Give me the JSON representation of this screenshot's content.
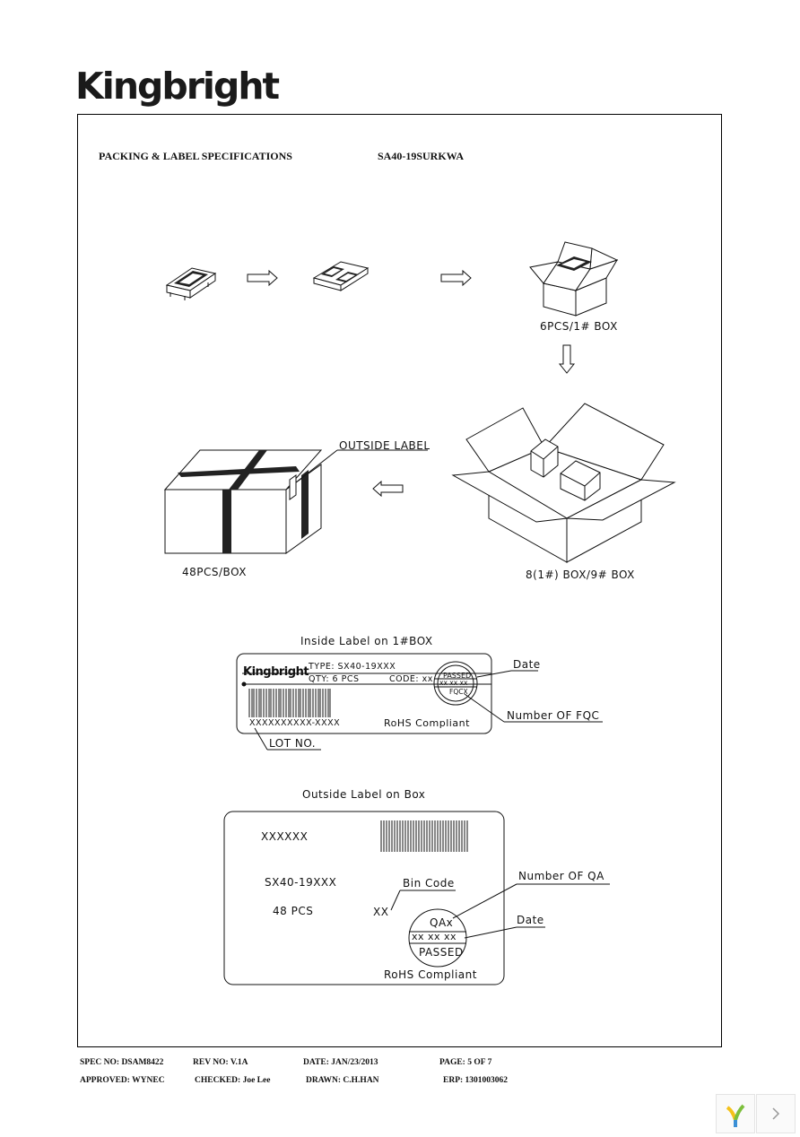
{
  "brand": "Kingbright",
  "header": {
    "title": "PACKING & LABEL SPECIFICATIONS",
    "part": "SA40-19SURKWA"
  },
  "flow": {
    "box1": "6PCS/1# BOX",
    "outer": "8(1#) BOX/9# BOX",
    "outside_label": "OUTSIDE LABEL",
    "final": "48PCS/BOX"
  },
  "inside_label": {
    "caption": "Inside Label on 1#BOX",
    "brand": "Kingbright",
    "type": "TYPE: SX40-19XXX",
    "qty": "QTY: 6 PCS",
    "code": "CODE: xx",
    "lot_code": "XXXXXXXXXX-XXXX",
    "rohs": "RoHS Compliant",
    "stamp_top": "PASSED",
    "stamp_mid": "xx xx xx",
    "stamp_bot": "FQCX",
    "callout_date": "Date",
    "callout_fqc": "Number OF FQC",
    "callout_lot": "LOT NO."
  },
  "outside_label": {
    "caption": "Outside Label on Box",
    "code": "XXXXXX",
    "type": "SX40-19XXX",
    "qty": "48 PCS",
    "bin_value": "XX",
    "bin_label": "Bin Code",
    "stamp_top": "QAx",
    "stamp_mid": "xx xx xx",
    "stamp_bot": "PASSED",
    "rohs": "RoHS Compliant",
    "callout_qa": "Number OF QA",
    "callout_date": "Date"
  },
  "footer": {
    "spec": "SPEC NO: DSAM8422",
    "rev": "REV NO: V.1A",
    "date": "DATE: JAN/23/2013",
    "page": "PAGE: 5 OF 7",
    "approved": "APPROVED: WYNEC",
    "checked": "CHECKED: Joe Lee",
    "drawn": "DRAWN: C.H.HAN",
    "erp": "ERP: 1301003062"
  },
  "colors": {
    "ink": "#111111",
    "yellow": "#f4c21a",
    "green": "#7cbf3c",
    "blue": "#3b8fd6"
  }
}
